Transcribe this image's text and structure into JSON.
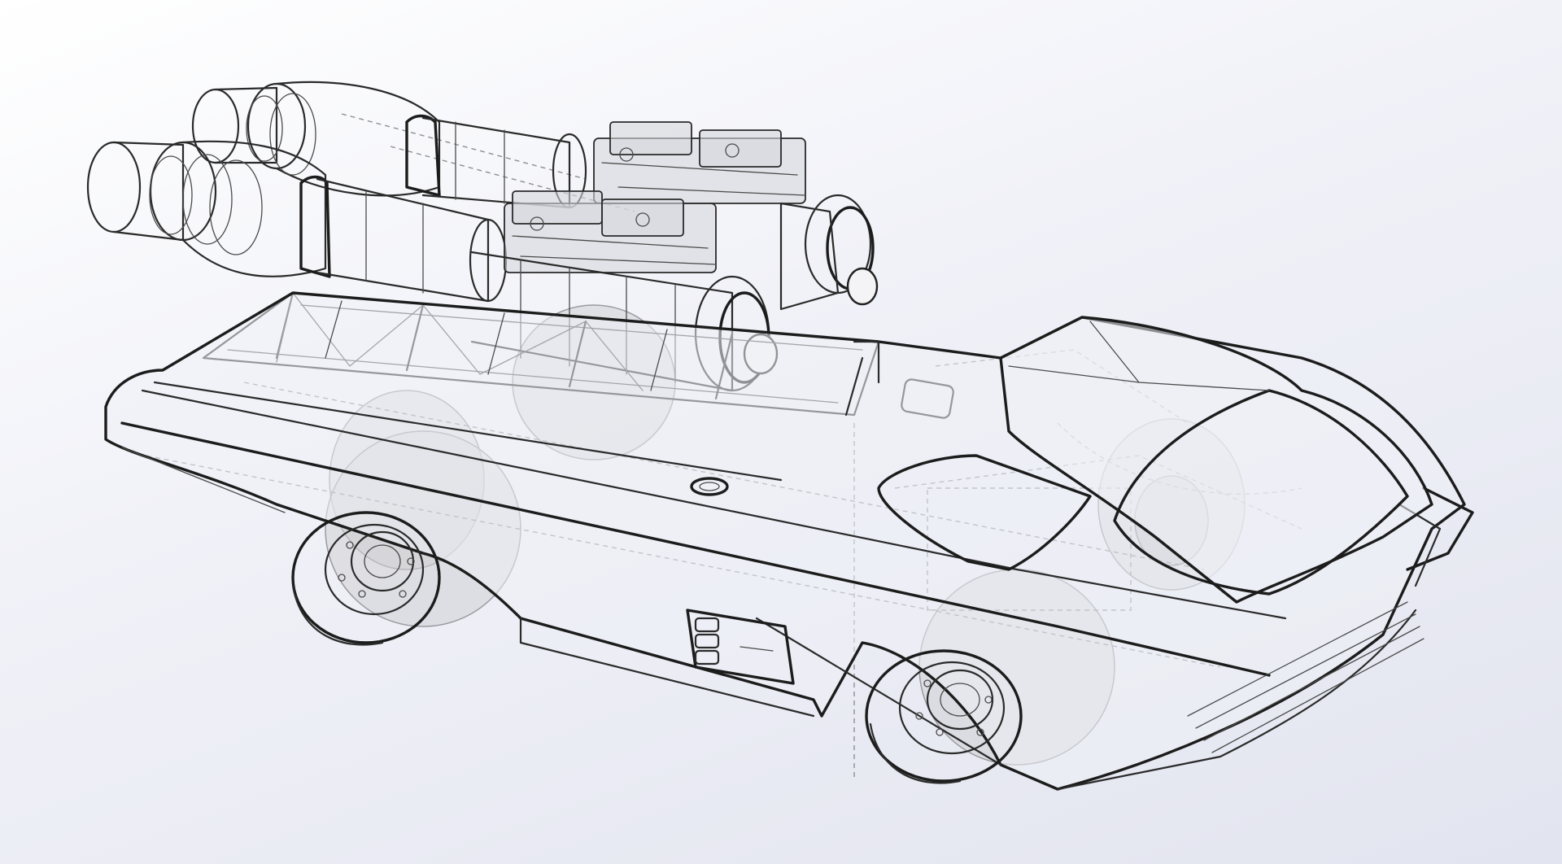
{
  "view": {
    "background_top": "#ffffff",
    "background_bottom": "#e2e4ef",
    "line_color": "#2a2a2a",
    "hidden_line_color": "#8e8e94",
    "ghost_fill": "#cfd0d4"
  },
  "model": {
    "parts": [
      "body-shell",
      "cabin-canopy",
      "rear-deck-frame",
      "jet-engine-upper",
      "jet-engine-lower",
      "engine-block-upper",
      "engine-block-lower",
      "front-wheel",
      "rear-wheel",
      "side-intake-vent",
      "fuel-cap"
    ]
  }
}
